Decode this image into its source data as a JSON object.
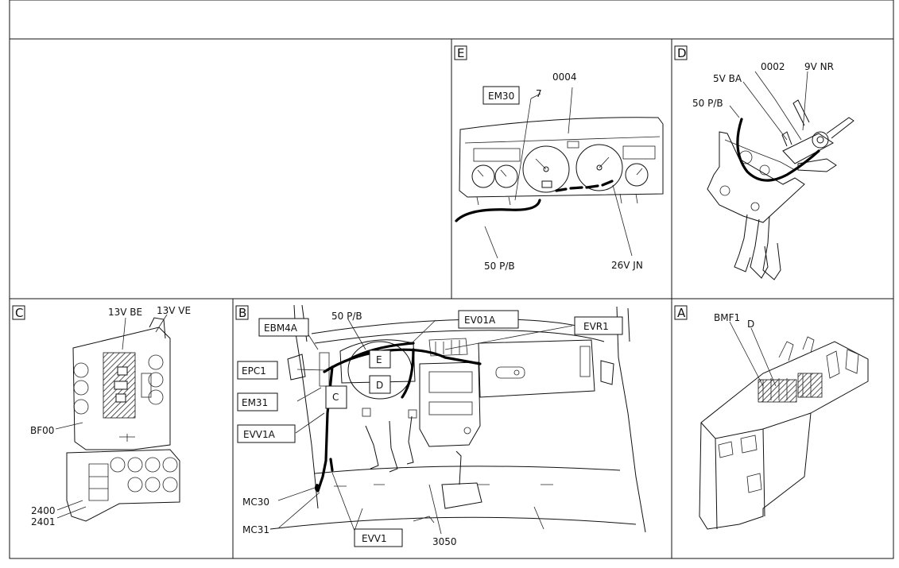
{
  "panels": {
    "E": {
      "letter": "E",
      "labels": {
        "em30": "EM30",
        "c0004": "0004",
        "seven": "7",
        "p50": "50 P/B",
        "v26": "26V JN"
      }
    },
    "D": {
      "letter": "D",
      "labels": {
        "c0002": "0002",
        "v9": "9V NR",
        "v5": "5V BA",
        "p50": "50 P/B"
      }
    },
    "C": {
      "letter": "C",
      "labels": {
        "v13be": "13V BE",
        "v13ve": "13V VE",
        "bf00": "BF00",
        "c2400": "2400",
        "c2401": "2401"
      }
    },
    "B": {
      "letter": "B",
      "labels": {
        "p50": "50 P/B",
        "ev01a": "EV01A",
        "ebm4a": "EBM4A",
        "evr1": "EVR1",
        "epc1": "EPC1",
        "em31": "EM31",
        "evv1a": "EVV1A",
        "mc30": "MC30",
        "mc31": "MC31",
        "evv1": "EVV1",
        "c3050": "3050",
        "zoomE": "E",
        "zoomD": "D",
        "zoomC": "C"
      }
    },
    "A": {
      "letter": "A",
      "labels": {
        "bmf1": "BMF1",
        "d": "D"
      }
    }
  }
}
